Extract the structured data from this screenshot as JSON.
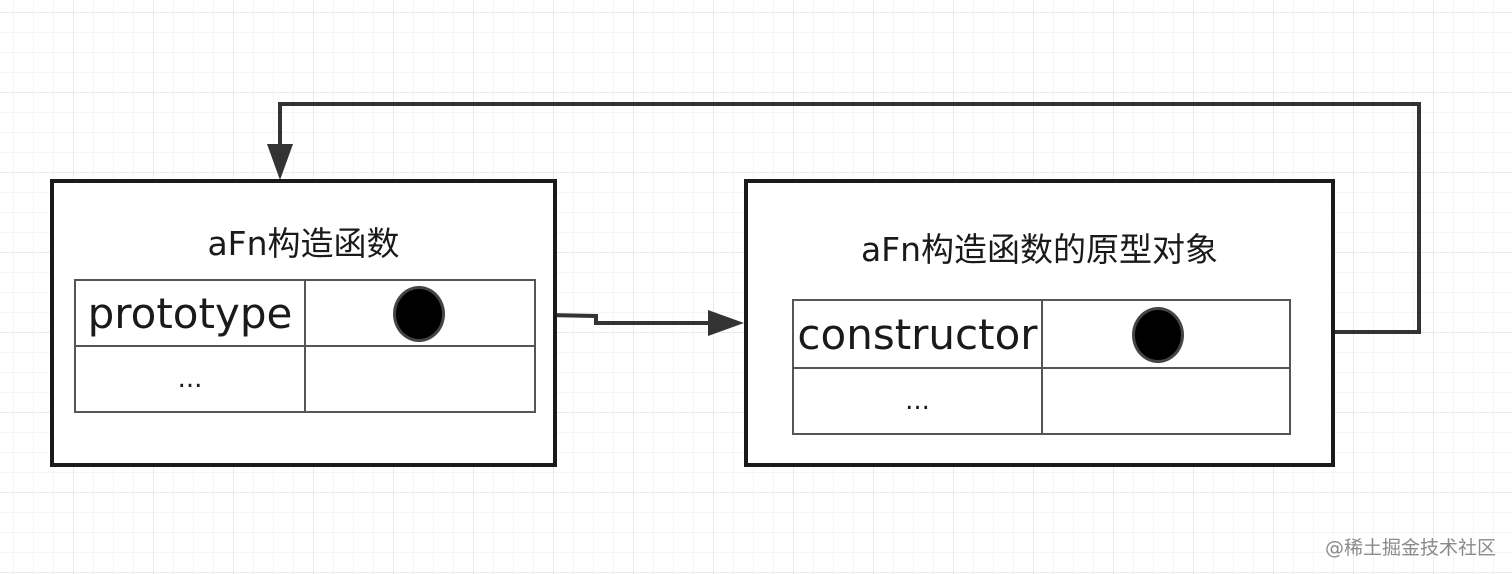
{
  "diagram": {
    "left_box": {
      "title": "aFn构造函数",
      "rows": [
        {
          "key": "prototype",
          "value": "pointer"
        },
        {
          "key": "...",
          "value": ""
        }
      ]
    },
    "right_box": {
      "title": "aFn构造函数的原型对象",
      "rows": [
        {
          "key": "constructor",
          "value": "pointer"
        },
        {
          "key": "...",
          "value": ""
        }
      ]
    },
    "edges": [
      {
        "from": "left_box.prototype",
        "to": "right_box"
      },
      {
        "from": "right_box.constructor",
        "to": "left_box"
      }
    ]
  },
  "watermark": "@稀土掘金技术社区",
  "colors": {
    "line": "#333333",
    "box_border": "#1a1a1a",
    "grid": "#eaeaea",
    "dot": "#000000"
  }
}
